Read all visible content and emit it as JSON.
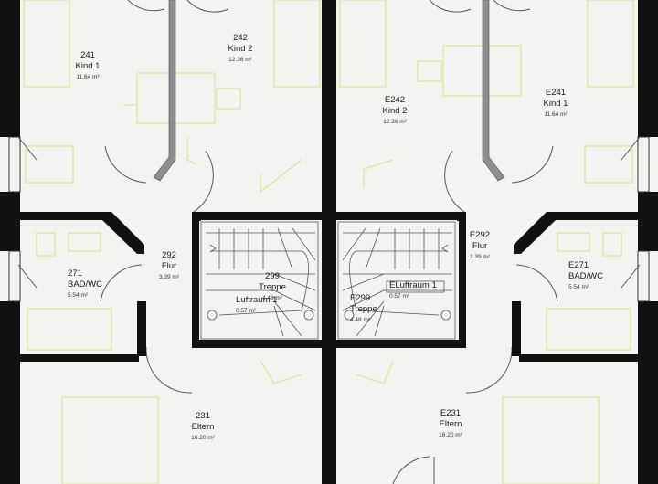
{
  "colors": {
    "floor": "#f3f4f2",
    "wall": "#111111",
    "furniture": "#d9e08c",
    "stairs": "#555555",
    "door": "#555555"
  },
  "rooms": {
    "r241": {
      "num": "241",
      "name": "Kind 1",
      "area": "11.64 m²"
    },
    "r242": {
      "num": "242",
      "name": "Kind 2",
      "area": "12.36 m²"
    },
    "rE242": {
      "num": "E242",
      "name": "Kind 2",
      "area": "12.36 m²"
    },
    "rE241": {
      "num": "E241",
      "name": "Kind 1",
      "area": "11.64 m²"
    },
    "r292": {
      "num": "292",
      "name": "Flur",
      "area": "3.39 m²"
    },
    "rE292": {
      "num": "E292",
      "name": "Flur",
      "area": "3.39 m²"
    },
    "r271": {
      "num": "271",
      "name": "BAD/WC",
      "area": "5.54 m²"
    },
    "rE271": {
      "num": "E271",
      "name": "BAD/WC",
      "area": "5.54 m²"
    },
    "r299": {
      "num": "299",
      "name": "Treppe",
      "area": "4.48 m²"
    },
    "rLuft": {
      "name": "Luftraum 1",
      "area": "0.57 m²"
    },
    "rE299": {
      "num": "E299",
      "name": "Treppe",
      "area": "4.48 m²"
    },
    "rELuft": {
      "name": "ELuftraum 1",
      "area": "0.57 m²"
    },
    "r231": {
      "num": "231",
      "name": "Eltern",
      "area": "16.20 m²"
    },
    "rE231": {
      "num": "E231",
      "name": "Eltern",
      "area": "16.20 m²"
    }
  }
}
